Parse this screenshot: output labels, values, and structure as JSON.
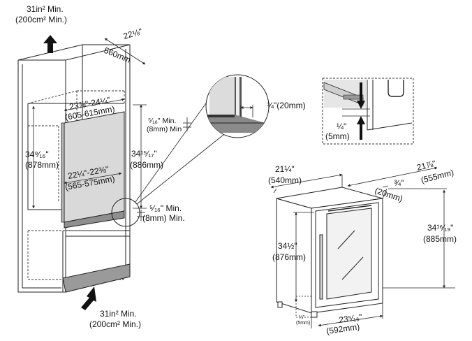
{
  "colors": {
    "line": "#222222",
    "dash": "#333333",
    "cavity_back": "#d9d9d9",
    "shelf_top": "#8f8f8f",
    "vent_gray": "#9a9a9a",
    "arrow": "#111111"
  },
  "icons": {
    "airflow_up": "arrow-up-icon",
    "airflow_in": "arrow-diagonal-icon"
  },
  "cabinet": {
    "air_top_line1": "31in² Min.",
    "air_top_line2": "(200cm² Min.)",
    "depth_line1": "22⅛\"",
    "depth_line2": "560mm",
    "width_line1": "23⅞\"-24¼\"",
    "width_line2": "(605-615mm)",
    "height_line1": "34⁹⁄₁₆\"",
    "height_line2": "(878mm)",
    "inner_height_line1": "34¹⁵⁄₁₇\"",
    "inner_height_line2": "(886mm)",
    "inner_depth_line1": "22¼\"-22⅜\"",
    "inner_depth_line2": "(565-575mm)",
    "gap_upper_line1": "⁵⁄₁₆\" Min.",
    "gap_upper_line2": "(8mm) Min",
    "gap_lower_line1": "⁵⁄₁₆\" Min.",
    "gap_lower_line2": "(8mm) Min.",
    "air_bottom_line1": "31in² Min.",
    "air_bottom_line2": "(200cm² Min.)"
  },
  "detail_circle": {
    "label": "¾\"(20mm)"
  },
  "detail_box": {
    "label_line1": "¼\"",
    "label_line2": "(5mm)"
  },
  "appliance": {
    "width_line1": "21¼\"",
    "width_line2": "(540mm)",
    "depth_line1": "21⅞\"",
    "depth_line2": "(555mm)",
    "door_line1": "¾\"",
    "door_line2": "(20mm)",
    "height_line1": "34¹⁶⁄₁₉\"",
    "height_line2": "(885mm)",
    "cavity_height_line1": "34½\"",
    "cavity_height_line2": "(876mm)",
    "door_width_line1": "23⁵⁄₁₆\"",
    "door_width_line2": "(592mm)",
    "foot_line1": "¼\"",
    "foot_line2": "(5mm)"
  }
}
